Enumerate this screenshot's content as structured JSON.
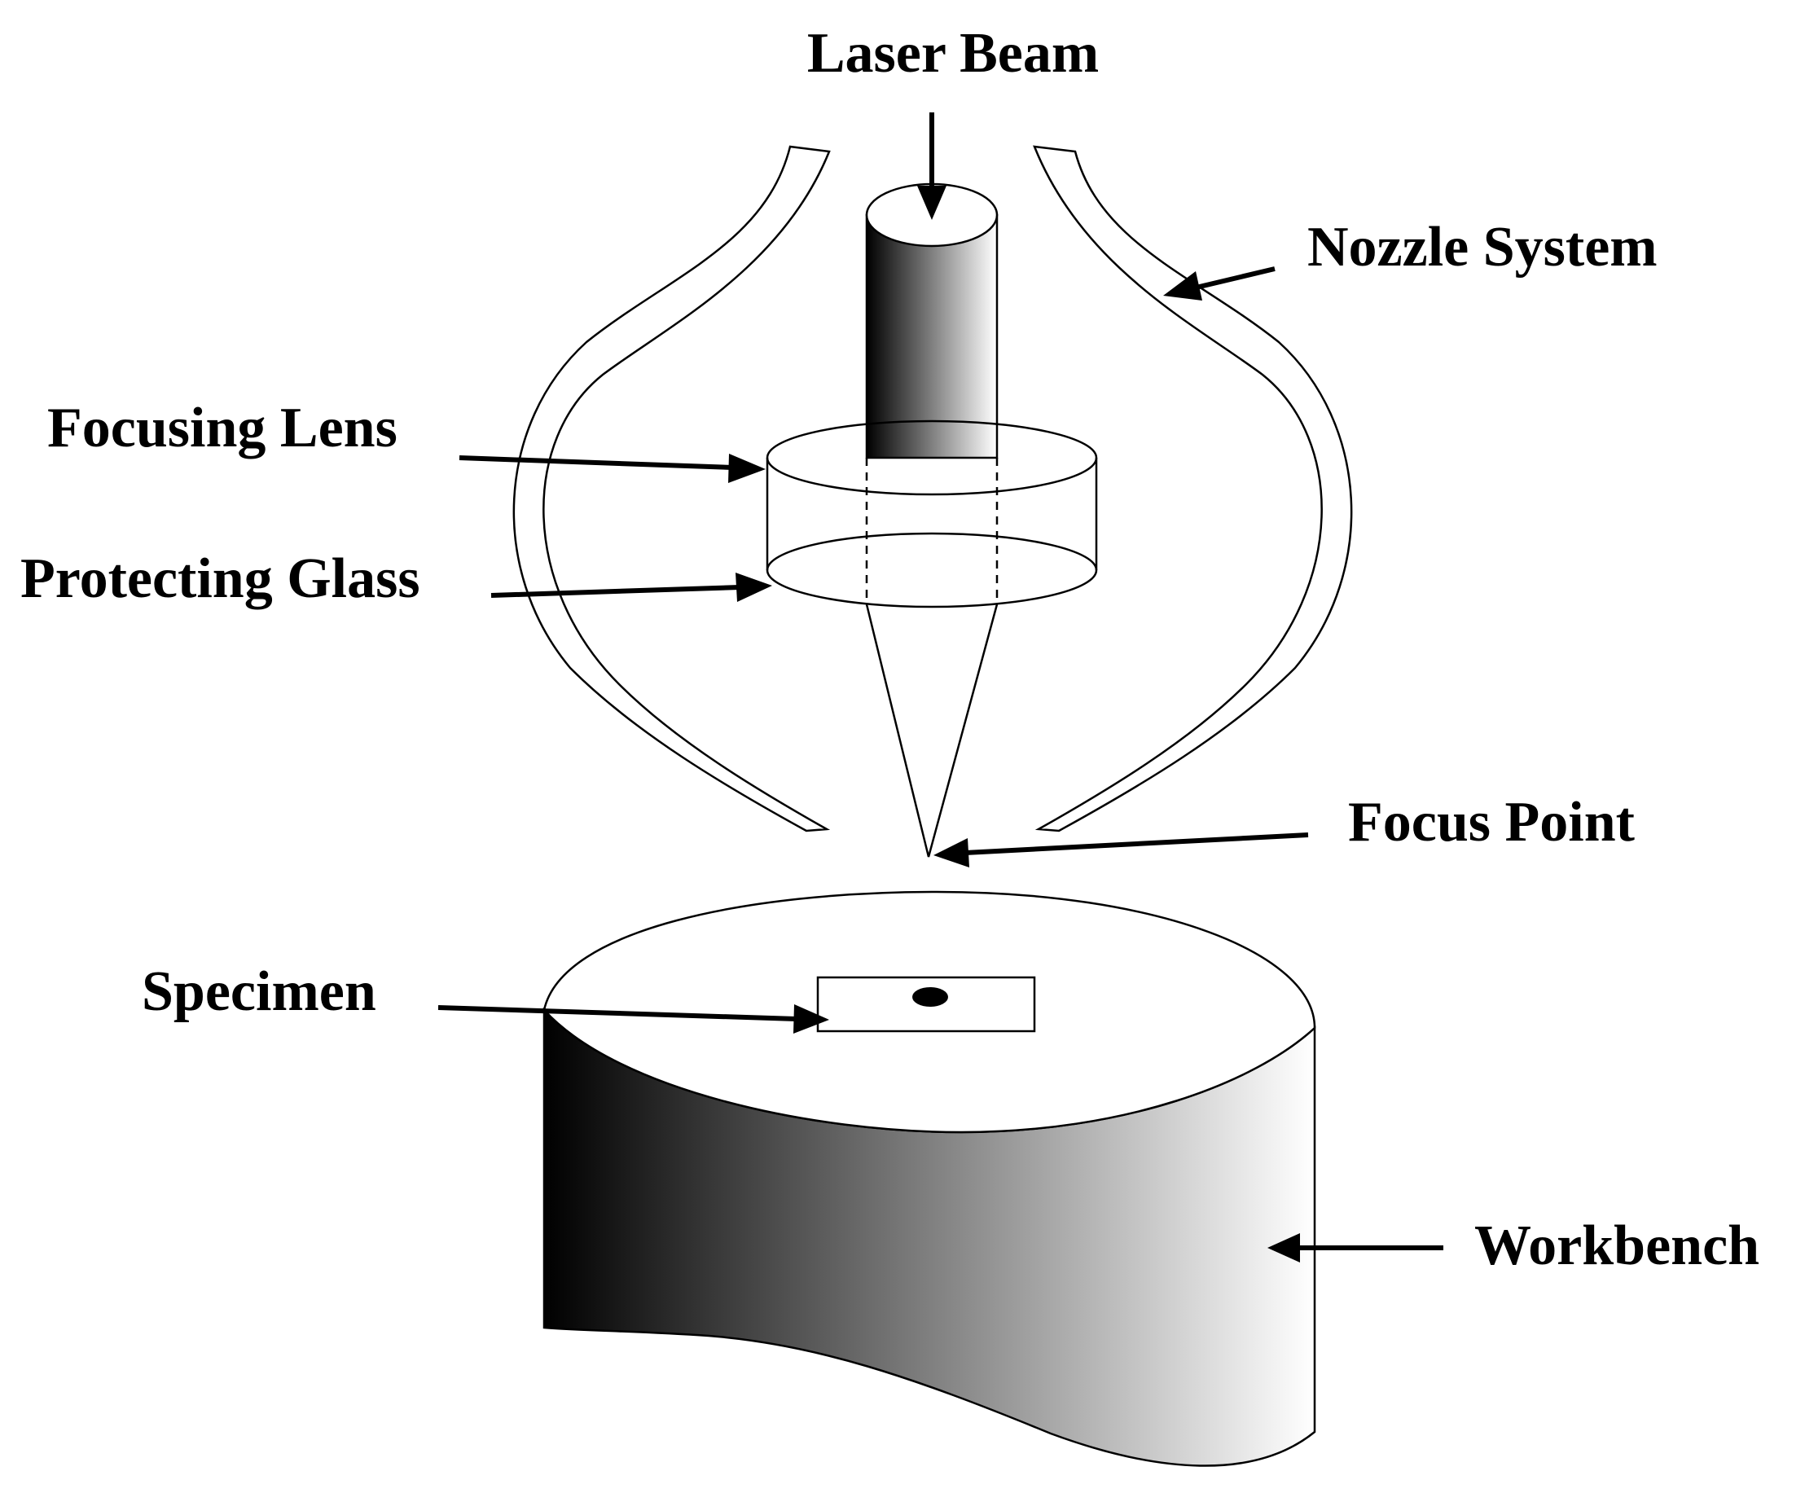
{
  "labels": {
    "laser_beam": "Laser Beam",
    "nozzle_system": "Nozzle System",
    "focusing_lens": "Focusing Lens",
    "protecting_glass": "Protecting Glass",
    "focus_point": "Focus Point",
    "specimen": "Specimen",
    "workbench": "Workbench"
  },
  "colors": {
    "ink": "#000000",
    "background": "#ffffff",
    "gradient_dark": "#000000",
    "gradient_light": "#ffffff"
  }
}
